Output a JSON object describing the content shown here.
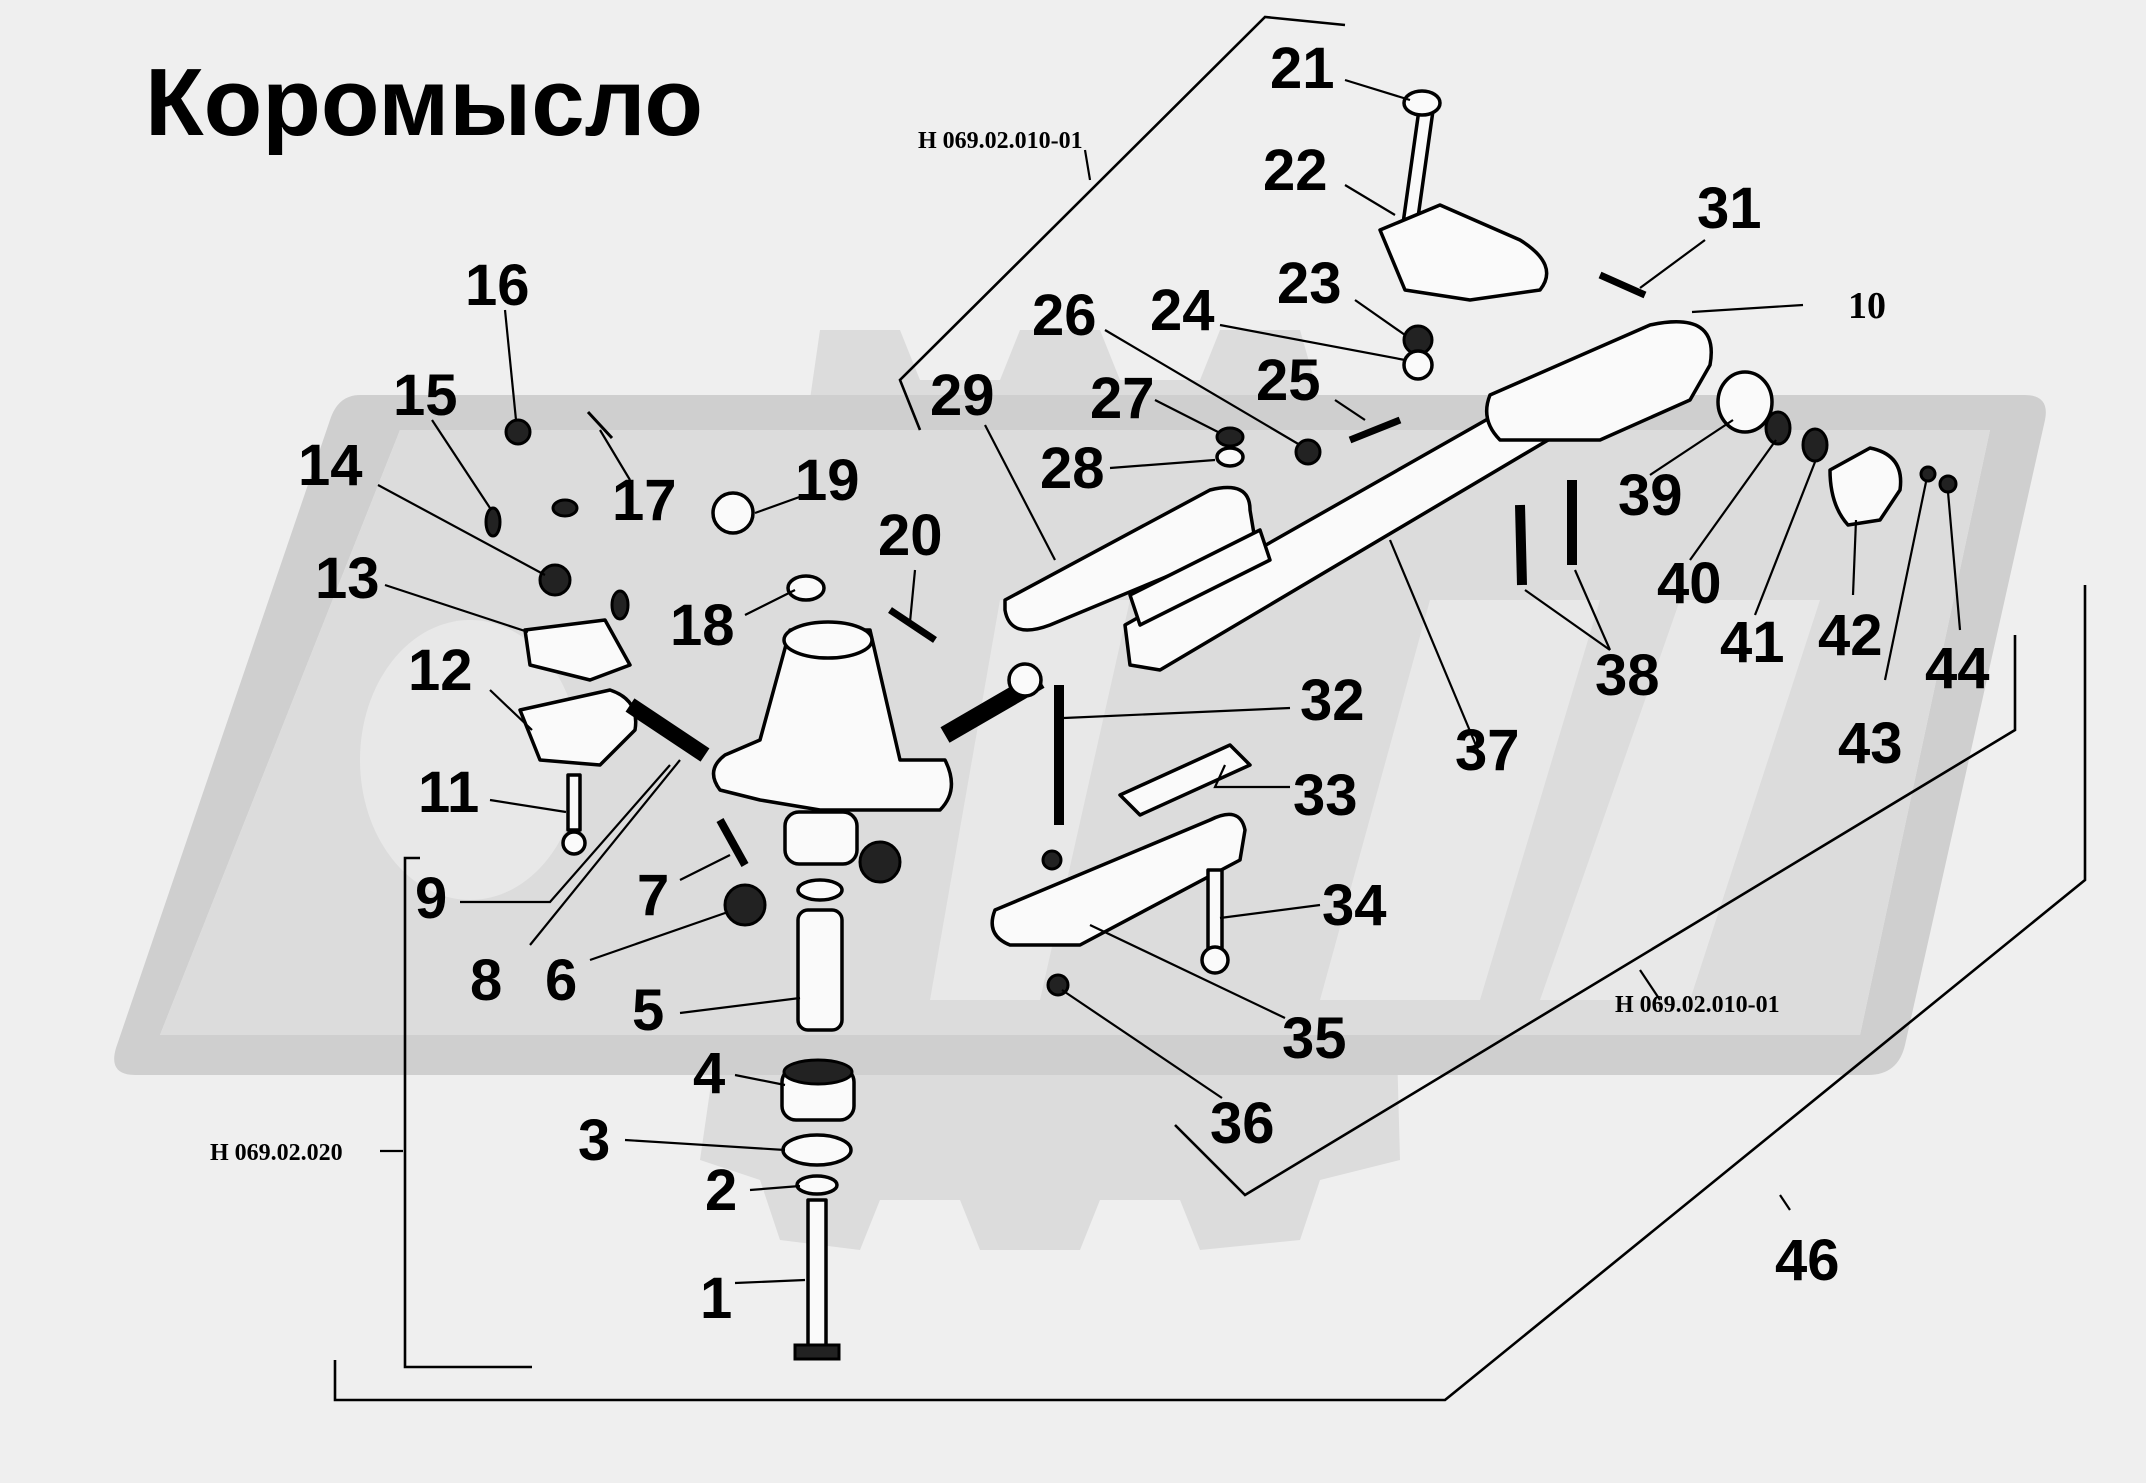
{
  "title": "Коромысло",
  "assembly_codes": {
    "upper": "Н 069.02.010-01",
    "lower": "Н 069.02.010-01",
    "left": "Н 069.02.020"
  },
  "callouts": [
    {
      "id": "1",
      "label": "1"
    },
    {
      "id": "2",
      "label": "2"
    },
    {
      "id": "3",
      "label": "3"
    },
    {
      "id": "4",
      "label": "4"
    },
    {
      "id": "5",
      "label": "5"
    },
    {
      "id": "6",
      "label": "6"
    },
    {
      "id": "7",
      "label": "7"
    },
    {
      "id": "8",
      "label": "8"
    },
    {
      "id": "9",
      "label": "9"
    },
    {
      "id": "10",
      "label": "10"
    },
    {
      "id": "11",
      "label": "11"
    },
    {
      "id": "12",
      "label": "12"
    },
    {
      "id": "13",
      "label": "13"
    },
    {
      "id": "14",
      "label": "14"
    },
    {
      "id": "15",
      "label": "15"
    },
    {
      "id": "16",
      "label": "16"
    },
    {
      "id": "17",
      "label": "17"
    },
    {
      "id": "18",
      "label": "18"
    },
    {
      "id": "19",
      "label": "19"
    },
    {
      "id": "20",
      "label": "20"
    },
    {
      "id": "21",
      "label": "21"
    },
    {
      "id": "22",
      "label": "22"
    },
    {
      "id": "23",
      "label": "23"
    },
    {
      "id": "24",
      "label": "24"
    },
    {
      "id": "25",
      "label": "25"
    },
    {
      "id": "26",
      "label": "26"
    },
    {
      "id": "27",
      "label": "27"
    },
    {
      "id": "28",
      "label": "28"
    },
    {
      "id": "29",
      "label": "29"
    },
    {
      "id": "31",
      "label": "31"
    },
    {
      "id": "32",
      "label": "32"
    },
    {
      "id": "33",
      "label": "33"
    },
    {
      "id": "34",
      "label": "34"
    },
    {
      "id": "35",
      "label": "35"
    },
    {
      "id": "36",
      "label": "36"
    },
    {
      "id": "37",
      "label": "37"
    },
    {
      "id": "38",
      "label": "38"
    },
    {
      "id": "39",
      "label": "39"
    },
    {
      "id": "40",
      "label": "40"
    },
    {
      "id": "41",
      "label": "41"
    },
    {
      "id": "42",
      "label": "42"
    },
    {
      "id": "43",
      "label": "43"
    },
    {
      "id": "44",
      "label": "44"
    },
    {
      "id": "46",
      "label": "46"
    }
  ]
}
